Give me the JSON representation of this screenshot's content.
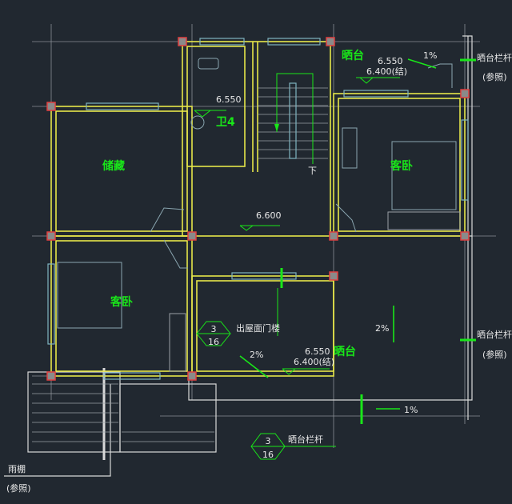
{
  "labels": {
    "top_balcony": "晒台",
    "top_balcony_elev_finish": "6.550",
    "top_balcony_elev_struct": "6.400(结)",
    "top_balcony_slope": "1%",
    "railing_top": "晒台栏杆",
    "railing_top_ref": "(参照)",
    "bath_elev": "6.550",
    "bath": "卫4",
    "storage": "储藏",
    "guest_bedroom_right": "客卧",
    "hall_elev": "6.600",
    "stair_down": "下",
    "guest_bedroom_left": "客卧",
    "roof_door": "出屋面门楼",
    "detail_a_num": "3",
    "detail_a_sheet": "16",
    "slope_right": "2%",
    "slope_mid": "2%",
    "bottom_balcony_elev_finish": "6.550",
    "bottom_balcony_elev_struct": "6.400(结)",
    "bottom_balcony": "晒台",
    "railing_right": "晒台栏杆",
    "railing_right_ref": "(参照)",
    "bottom_slope": "1%",
    "detail_b_num": "3",
    "detail_b_sheet": "16",
    "railing_bottom": "晒台栏杆",
    "canopy": "雨棚",
    "canopy_ref": "(参照)"
  },
  "colors": {
    "background": "#212830",
    "walls": "#e6e64a",
    "annotations": "#19e619",
    "columns": "#e04040"
  }
}
